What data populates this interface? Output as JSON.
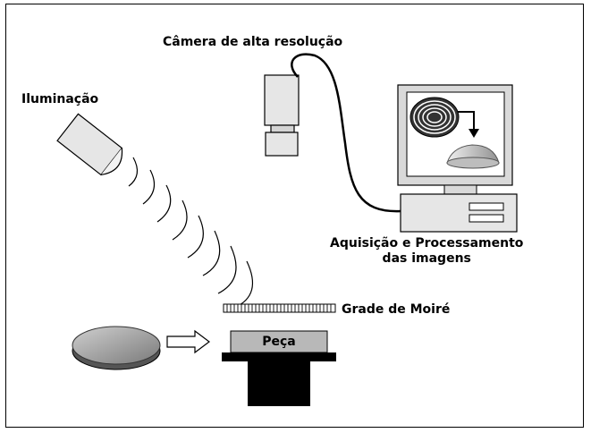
{
  "labels": {
    "camera": "Câmera de alta resolução",
    "lighting": "Iluminação",
    "processing_line1": "Aquisição e Processamento",
    "processing_line2": "das imagens",
    "grid": "Grade de Moiré",
    "part": "Peça"
  },
  "colors": {
    "border": "#000000",
    "device_light": "#e6e6e6",
    "device_mid": "#c8c8c8",
    "part_gray": "#b8b8b8",
    "fixture_black": "#000000"
  }
}
